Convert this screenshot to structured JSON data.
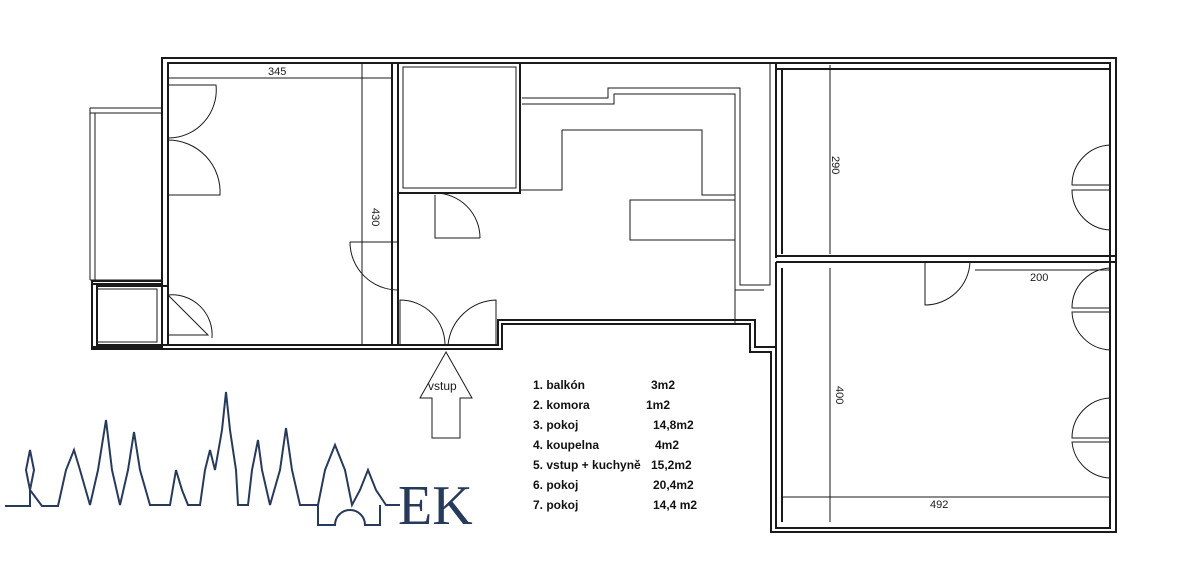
{
  "dimensions": {
    "width_345": "345",
    "height_430": "430",
    "height_290": "290",
    "width_200": "200",
    "height_400": "400",
    "width_492": "492"
  },
  "entrance_label": "vstup",
  "rooms": [
    {
      "label": "1. balkón",
      "area": "3m2"
    },
    {
      "label": "2. komora",
      "area": "1m2"
    },
    {
      "label": "3. pokoj",
      "area": "14,8m2"
    },
    {
      "label": "4. koupelna",
      "area": "4m2"
    },
    {
      "label": "5. vstup + kuchyně",
      "area": "15,2m2"
    },
    {
      "label": "6. pokoj",
      "area": "20,4m2"
    },
    {
      "label": "7. pokoj",
      "area": "14,4 m2"
    }
  ],
  "logo": {
    "text": "EK",
    "color": "#283a5a"
  }
}
